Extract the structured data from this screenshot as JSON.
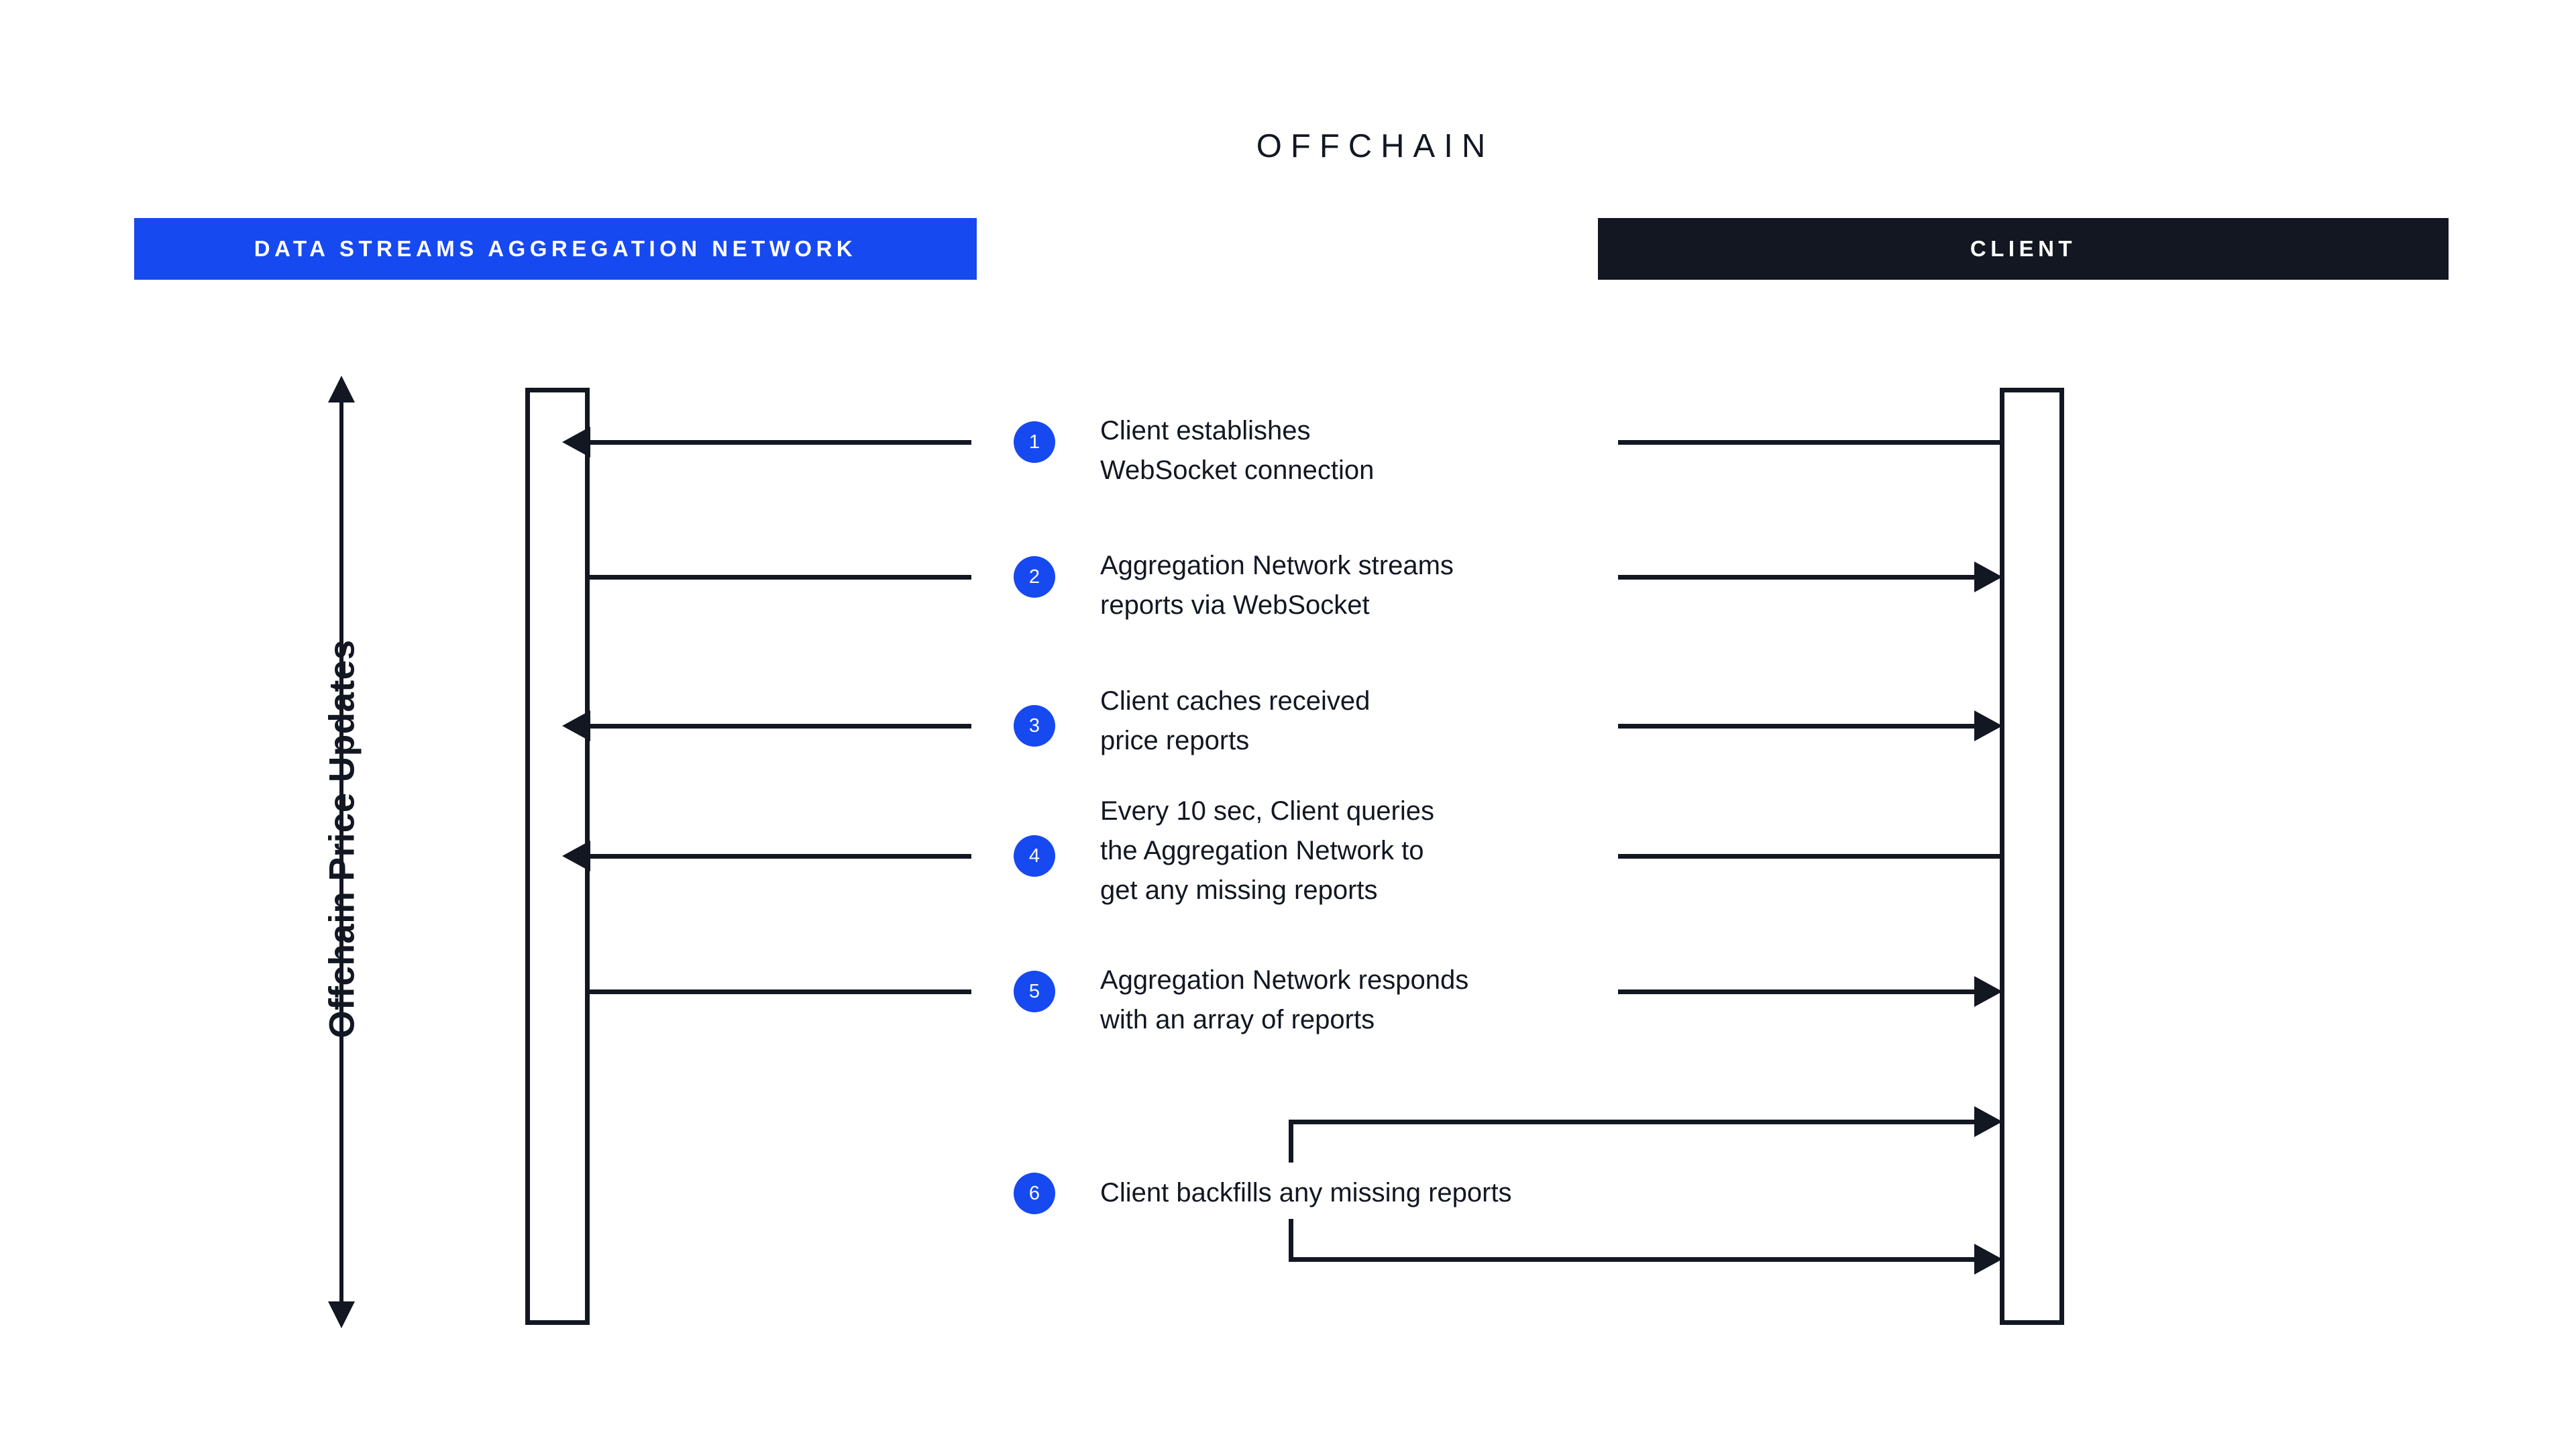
{
  "diagram": {
    "title": "OFFCHAIN",
    "type": "sequence-diagram",
    "background_color": "#ffffff",
    "accent_blue": "#1749f0",
    "ink_navy": "#121722"
  },
  "actors": [
    {
      "id": "network",
      "label": "DATA STREAMS AGGREGATION NETWORK",
      "bar_color": "#1749f0",
      "text_color": "#ffffff"
    },
    {
      "id": "client",
      "label": "CLIENT",
      "bar_color": "#121722",
      "text_color": "#ffffff"
    }
  ],
  "axis": {
    "label": "Offchain Price Updates",
    "direction": "double-headed-vertical",
    "orientation": "rotated-90"
  },
  "steps": [
    {
      "number": "1",
      "text": "Client establishes\nWebSocket connection",
      "left_arrow": "left",
      "right_arrow": "none"
    },
    {
      "number": "2",
      "text": "Aggregation Network streams\nreports via WebSocket",
      "left_arrow": "none",
      "right_arrow": "right"
    },
    {
      "number": "3",
      "text": "Client caches received\nprice reports",
      "left_arrow": "left",
      "right_arrow": "right"
    },
    {
      "number": "4",
      "text": "Every 10 sec, Client queries\nthe Aggregation Network to\nget any missing reports",
      "left_arrow": "left",
      "right_arrow": "none"
    },
    {
      "number": "5",
      "text": "Aggregation Network responds\nwith an array of reports",
      "left_arrow": "none",
      "right_arrow": "right"
    },
    {
      "number": "6",
      "text": "Client backfills any missing reports",
      "left_arrow": "none",
      "right_arrow": "self-loop"
    }
  ]
}
